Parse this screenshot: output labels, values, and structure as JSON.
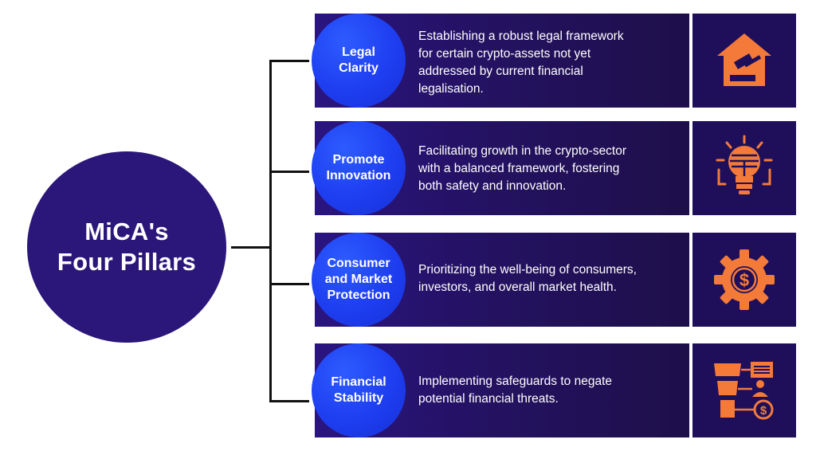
{
  "title": "MiCA's\nFour Pillars",
  "colors": {
    "main_circle": "#2b1679",
    "band_dark": "#1e0f4a",
    "pill_blue": "#1e3ef0",
    "icon_orange": "#f47a3a",
    "connector": "#111111"
  },
  "pillars": [
    {
      "label": "Legal\nClarity",
      "description": "Establishing a robust legal framework\nfor certain crypto-assets not yet\naddressed by current financial\nlegalisation.",
      "icon": "gavel-house-icon"
    },
    {
      "label": "Promote\nInnovation",
      "description": "Facilitating growth in the crypto-sector\nwith a balanced framework, fostering\nboth safety and innovation.",
      "icon": "lightbulb-icon"
    },
    {
      "label": "Consumer\nand Market\nProtection",
      "description": "Prioritizing the well-being of consumers,\ninvestors, and overall market health.",
      "icon": "dollar-gear-icon"
    },
    {
      "label": "Financial\nStability",
      "description": "Implementing safeguards to negate\npotential financial threats.",
      "icon": "funnel-finance-icon"
    }
  ]
}
